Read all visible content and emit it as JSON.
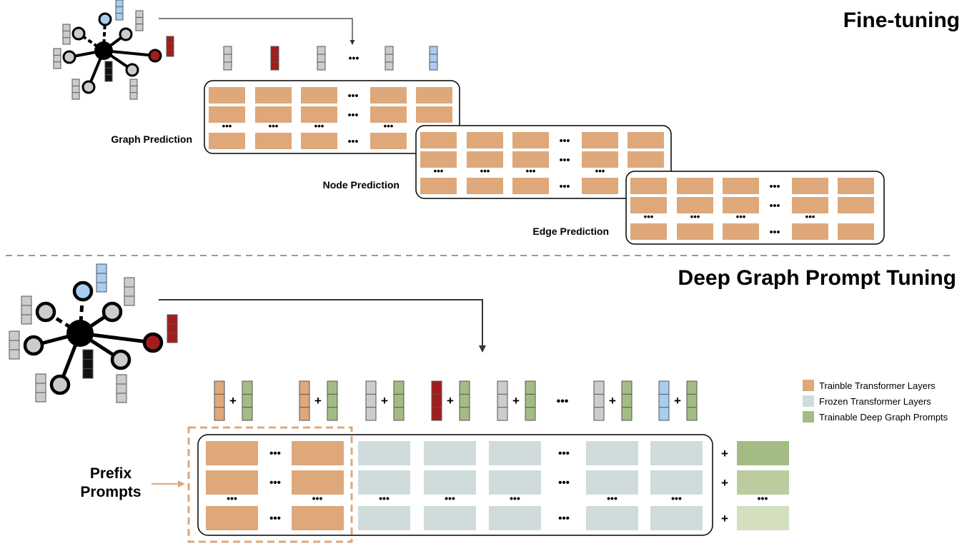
{
  "top_section": {
    "title": "Fine-tuning",
    "panels": [
      {
        "label": "Graph Prediction"
      },
      {
        "label": "Node Prediction"
      },
      {
        "label": "Edge Prediction"
      }
    ]
  },
  "bottom_section": {
    "title": "Deep Graph Prompt Tuning",
    "prefix_label_line1": "Prefix",
    "prefix_label_line2": "Prompts"
  },
  "legend": [
    {
      "label": "Trainble Transformer Layers",
      "color": "#dea87b"
    },
    {
      "label": "Frozen Transformer Layers",
      "color": "#cfdcdb"
    },
    {
      "label": "Trainable Deep Graph Prompts",
      "color": "#a3bc84"
    }
  ],
  "symbols": {
    "ellipsis": "•••",
    "plus": "+"
  },
  "colors": {
    "trainable": "#dea87b",
    "frozen": "#cfdcdb",
    "prompt_dark": "#a3bc84",
    "prompt_mid": "#bccca0",
    "prompt_light": "#d3dfbf",
    "token_gray": "#cccccc",
    "token_red": "#a31d1d",
    "token_blue": "#a8cdf0",
    "token_black": "#111111",
    "divider": "#999999"
  }
}
